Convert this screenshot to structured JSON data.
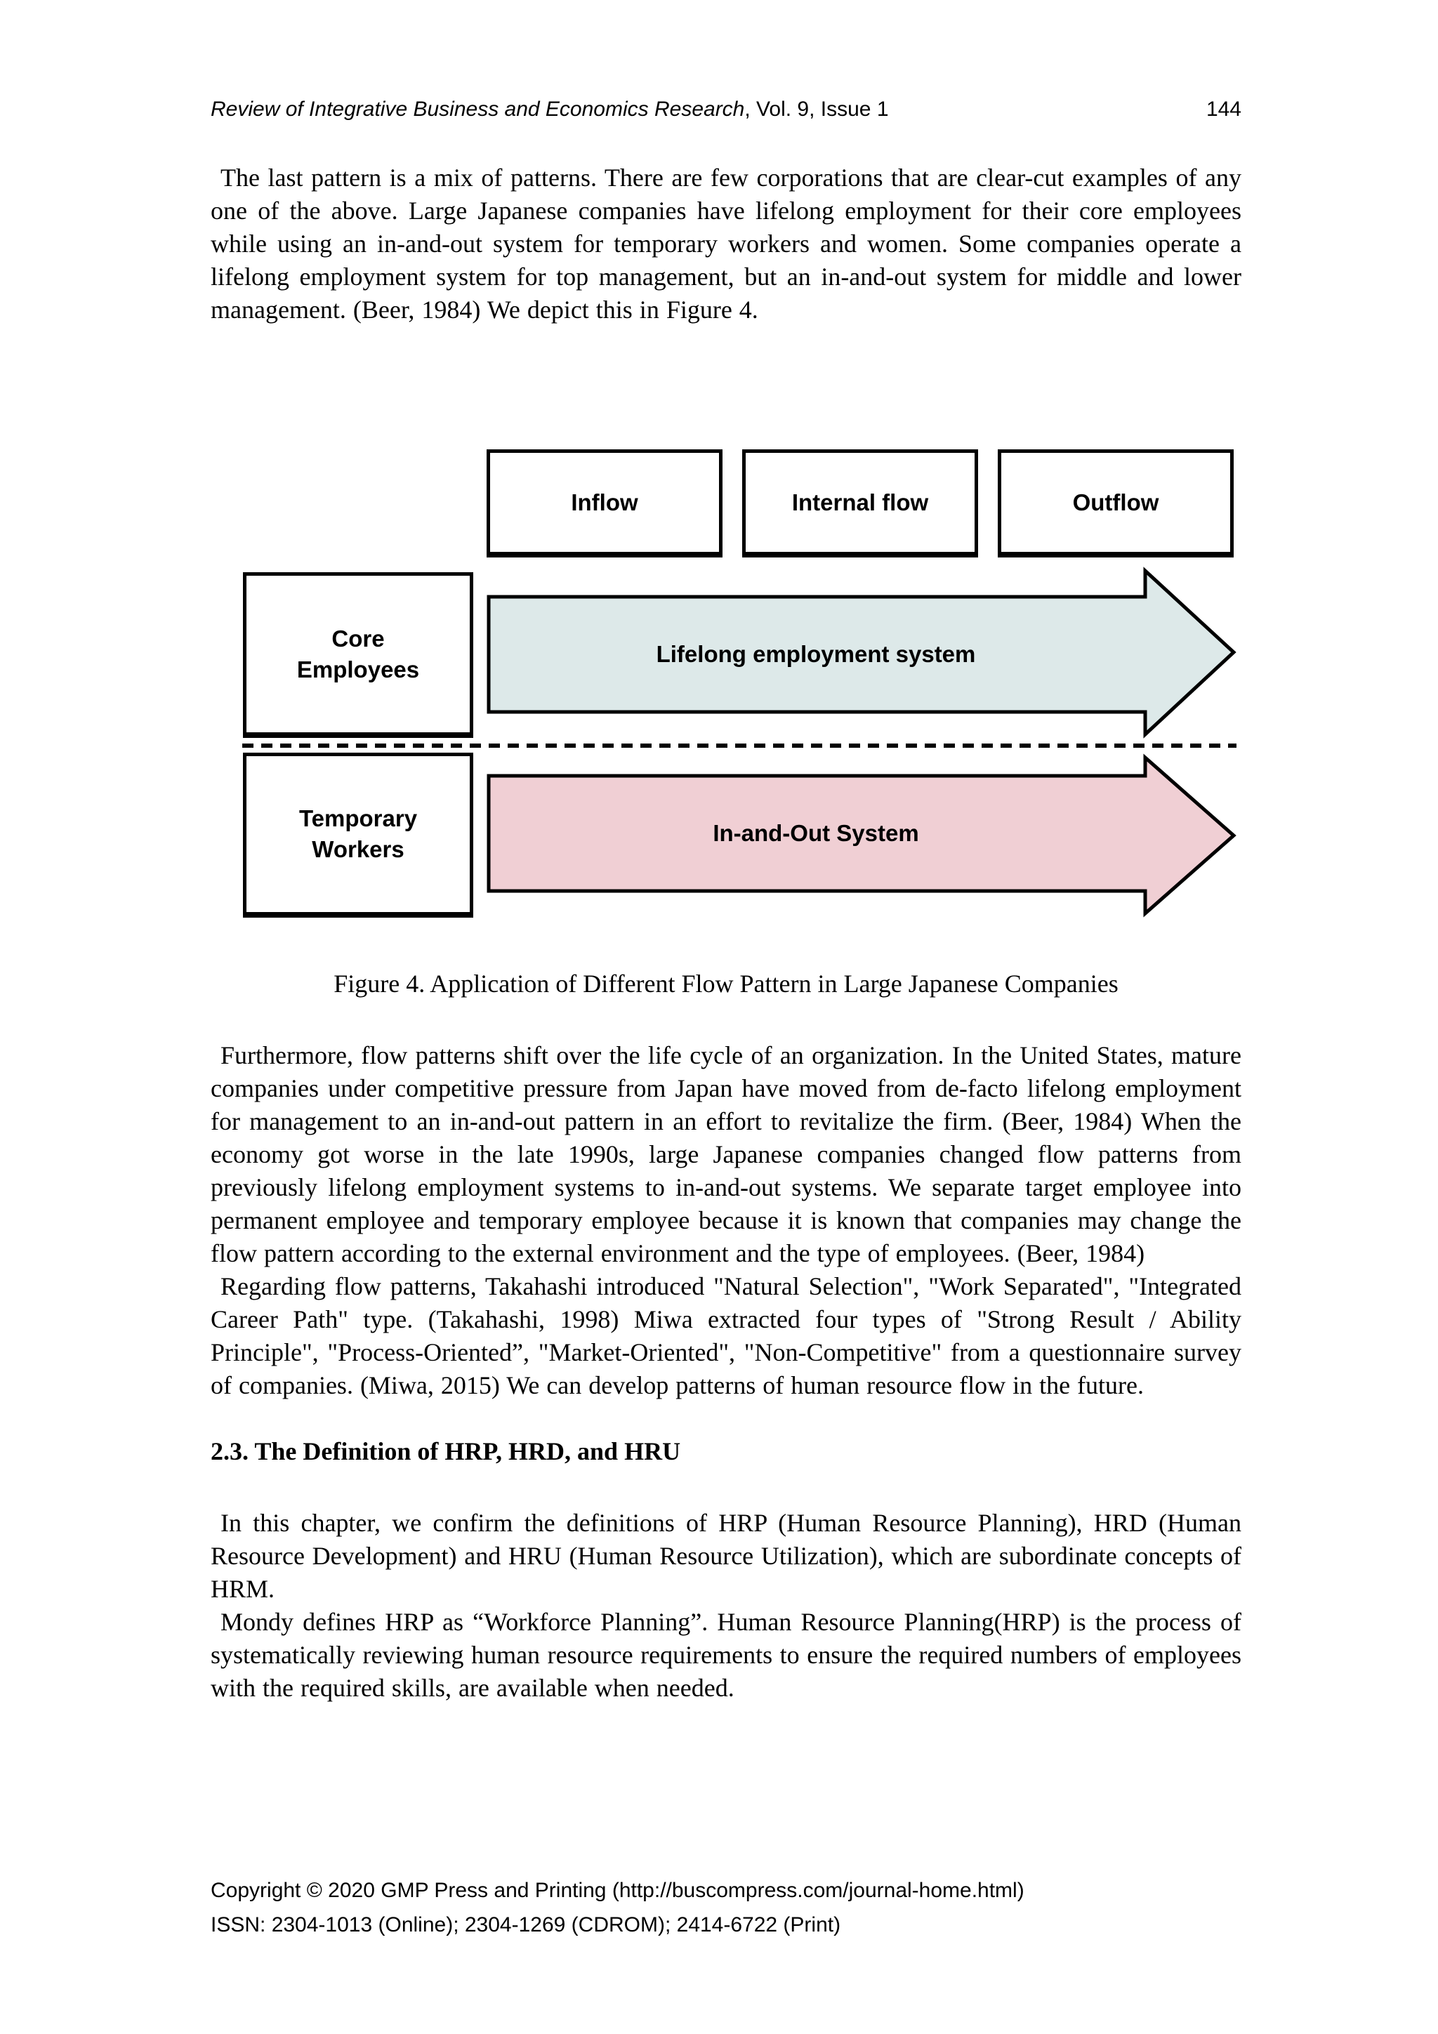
{
  "header": {
    "journal_italic": "Review of Integrative Business and Economics Research",
    "journal_rest": ", Vol. 9, Issue 1",
    "page_number": "144"
  },
  "paragraphs": {
    "p1": "The last pattern is a mix of patterns. There are few corporations that are clear-cut examples of any one of the above. Large Japanese companies have lifelong employment for their core employees while using an in-and-out system for temporary workers and women. Some companies operate a lifelong employment system for top management, but an in-and-out system for middle and lower management. (Beer, 1984) We depict this in Figure 4.",
    "p2": "Furthermore, flow patterns shift over the life cycle of an organization. In the United States, mature companies under competitive pressure from Japan have moved from de-facto lifelong employment for management to an in-and-out pattern in an effort to revitalize the firm. (Beer, 1984) When the economy got worse in the late 1990s, large Japanese companies changed flow patterns from previously lifelong employment systems to in-and-out systems. We separate target employee into permanent employee and temporary employee because it is known that companies may change the flow pattern according to the external environment and the type of employees. (Beer, 1984)",
    "p3": "Regarding flow patterns, Takahashi introduced \"Natural Selection\", \"Work Separated\", \"Integrated Career Path\" type. (Takahashi, 1998) Miwa extracted four types of \"Strong Result / Ability Principle\", \"Process-Oriented”, \"Market-Oriented\", \"Non-Competitive\" from a questionnaire survey of companies. (Miwa, 2015) We can develop patterns of human resource flow in the future.",
    "p4": "In this chapter, we confirm the definitions of HRP (Human Resource Planning), HRD (Human Resource Development) and HRU (Human Resource Utilization), which are subordinate concepts of HRM.",
    "p5": "Mondy defines HRP as “Workforce Planning”. Human Resource Planning(HRP) is the process of systematically reviewing human resource requirements to ensure the required numbers of employees with the required skills, are available when needed."
  },
  "section_heading": "2.3. The Definition of HRP, HRD, and HRU",
  "figure": {
    "caption": "Figure 4. Application of Different Flow Pattern in Large Japanese Companies",
    "flow_boxes": [
      "Inflow",
      "Internal flow",
      "Outflow"
    ],
    "row_boxes": [
      "Core\nEmployees",
      "Temporary\nWorkers"
    ],
    "arrows": [
      {
        "label": "Lifelong employment system",
        "color": "#dde9e9"
      },
      {
        "label": "In-and-Out System",
        "color": "#f0cfd4"
      }
    ],
    "outline_color": "#000000"
  },
  "footer": {
    "line1": "Copyright © 2020 GMP Press and Printing (http://buscompress.com/journal-home.html)",
    "line2": "ISSN: 2304-1013 (Online); 2304-1269 (CDROM); 2414-6722 (Print)"
  }
}
